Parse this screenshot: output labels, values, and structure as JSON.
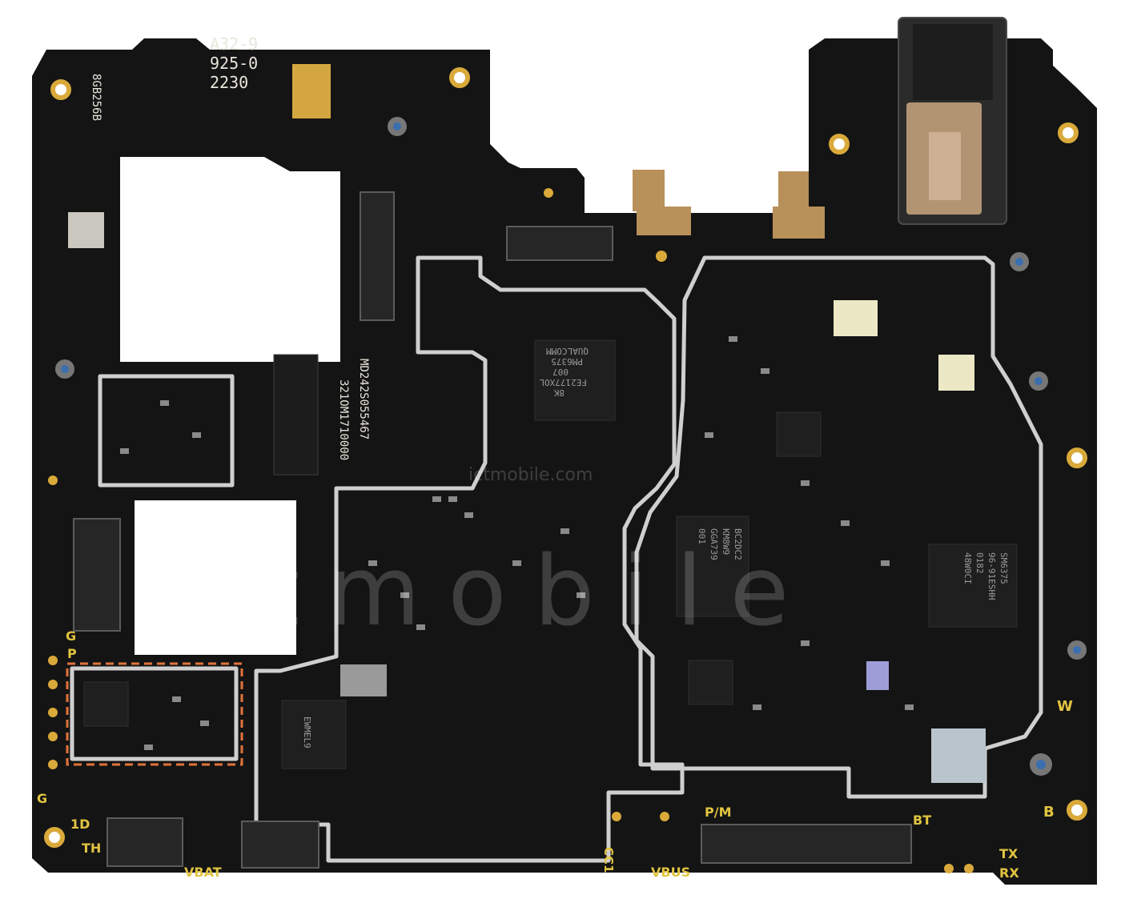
{
  "colors": {
    "pcb": "#141414",
    "shield": "#cfcfcf",
    "gold": "#d9a93a",
    "copper": "#e0733a",
    "silkscreen": "#e9e6dc",
    "pad_yellow": "#e2c441"
  },
  "silkscreen": {
    "top_code_1": "A32-9",
    "top_code_2": "925-0",
    "top_code_3": "2230",
    "vertical_code": "8GB256B",
    "serial_1": "MD242S055467",
    "serial_2": "321OM1710000"
  },
  "chip_markings": {
    "pmic": [
      "QUALCOMM",
      "PM6375",
      "007",
      "FE2177XOL",
      "8K"
    ],
    "memory": [
      "BC2DC2",
      "KM8W9",
      "GGA739",
      "001"
    ],
    "bottom_left": [
      "EWMEL9"
    ],
    "right": [
      "SM6375",
      "96-91ESHH",
      "0182",
      "48W0CI"
    ]
  },
  "pad_labels": {
    "g_p": "G",
    "p": "P",
    "g": "G",
    "one_d": "1D",
    "th": "TH",
    "vbat": "VBAT",
    "cc1": "CC1",
    "vbus": "VBUS",
    "pm": "P/M",
    "bt": "BT",
    "tx": "TX",
    "rx": "RX",
    "w": "W",
    "b": "B"
  },
  "watermark": {
    "line1": "ictmobile",
    "line2": "ictmobile.com"
  }
}
